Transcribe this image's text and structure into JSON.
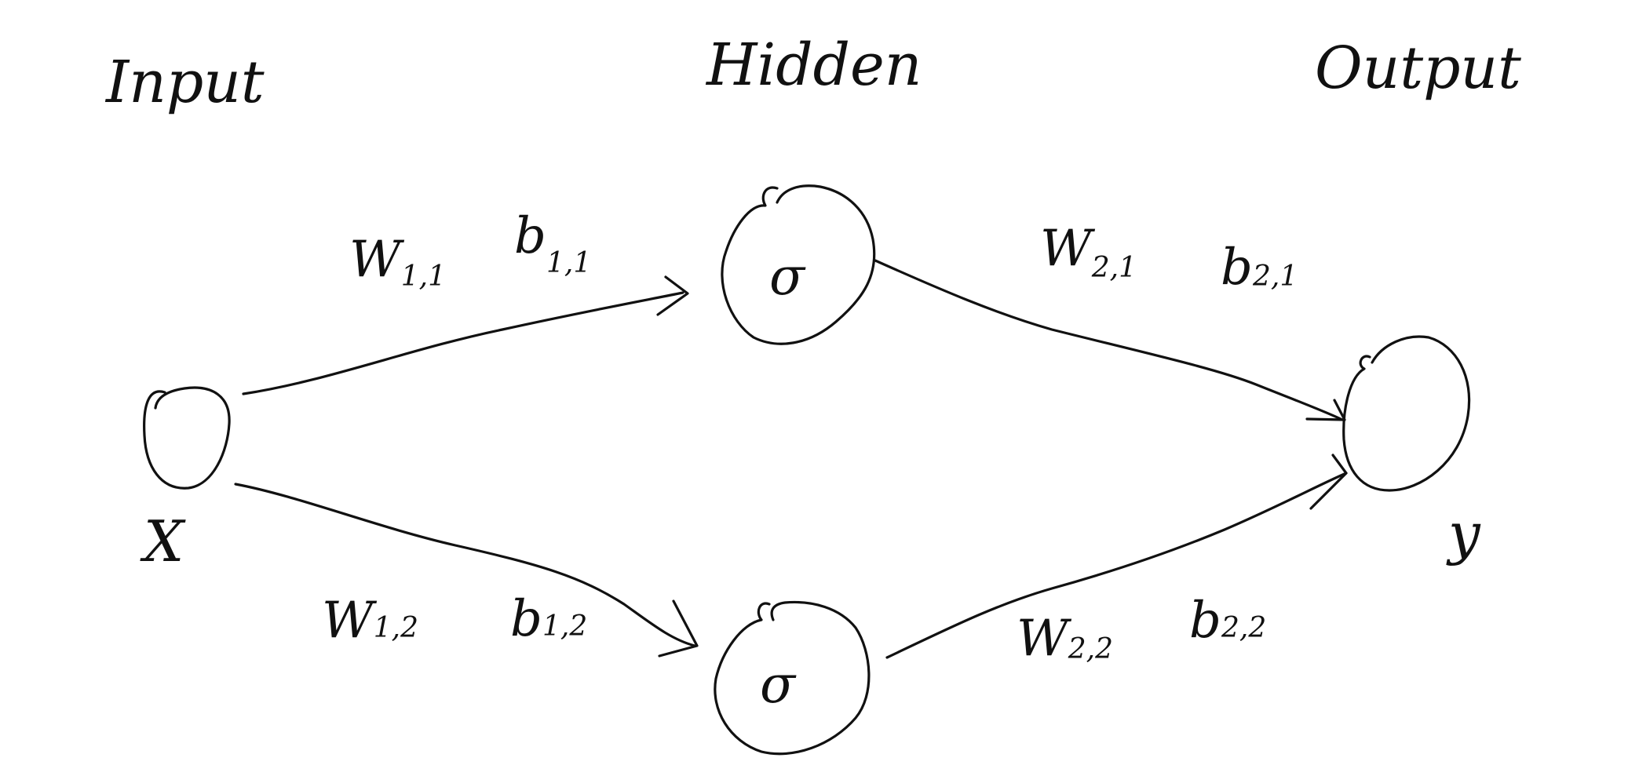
{
  "layers": {
    "input_title": "Input",
    "hidden_title": "Hidden",
    "output_title": "Output"
  },
  "nodes": {
    "input_label": "X",
    "hidden_top_symbol": "σ",
    "hidden_bottom_symbol": "σ",
    "output_label": "y"
  },
  "edges": {
    "w11": {
      "base": "W",
      "sub": "1,1"
    },
    "b11": {
      "base": "b",
      "sub": "1,1"
    },
    "w12": {
      "base": "W",
      "sub": "1,2"
    },
    "b12": {
      "base": "b",
      "sub": "1,2"
    },
    "w21": {
      "base": "W",
      "sub": "2,1"
    },
    "b21": {
      "base": "b",
      "sub": "2,1"
    },
    "w22": {
      "base": "W",
      "sub": "2,2"
    },
    "b22": {
      "base": "b",
      "sub": "2,2"
    }
  }
}
